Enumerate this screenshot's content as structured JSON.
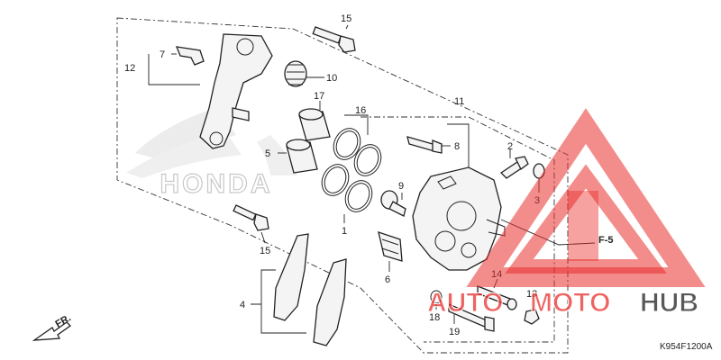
{
  "diagram": {
    "part_labels": {
      "p1": "1",
      "p2": "2",
      "p3": "3",
      "p4": "4",
      "p5": "5",
      "p6": "6",
      "p7": "7",
      "p8": "8",
      "p9": "9",
      "p10": "10",
      "p11": "11",
      "p12": "12",
      "p13": "13",
      "p14": "14",
      "p15a": "15",
      "p15b": "15",
      "p16": "16",
      "p17": "17",
      "p18": "18",
      "p19": "19"
    },
    "reference": "F-5",
    "direction": "FR.",
    "diagram_code": "K954F1200A"
  },
  "watermark": {
    "honda_text": "HONDA",
    "brand_a": "AUTO",
    "brand_b": "MOTO",
    "brand_c": "HUB",
    "colors": {
      "red": "#e8302d",
      "dark": "#3b3b3b"
    }
  }
}
